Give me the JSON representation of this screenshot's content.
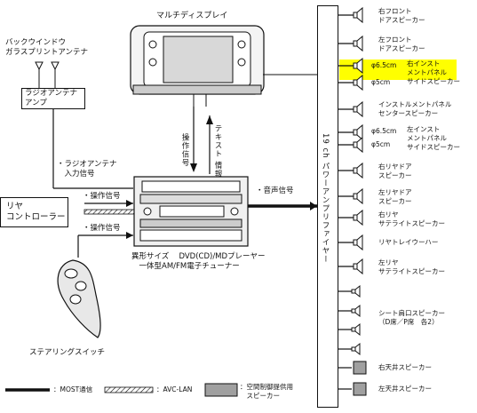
{
  "multi_display": {
    "title": "マルチディスプレイ"
  },
  "antenna": {
    "caption": "バックウインドウ\nガラスプリントアンテナ"
  },
  "amp": {
    "label": "ラジオアンテナ\nアンプ"
  },
  "rear_ctrl": {
    "label": "リヤ\nコントローラー"
  },
  "signals": {
    "operation_down": "操作信号",
    "text_info": "テキスト\n情報",
    "radio_input": "・ラジオアンテナ\n　入力信号",
    "op1": "・操作信号",
    "op2": "・操作信号",
    "audio": "・音声信号"
  },
  "head_unit": {
    "caption": "異形サイズ　 DVD(CD)/MDプレーヤー\n　一体型AM/FM電子チューナー"
  },
  "steering": {
    "caption": "ステアリングスイッチ"
  },
  "power_amp": {
    "label": "19\nch\nパワーアンプリファイヤー"
  },
  "speakers": [
    {
      "label": "右フロント\nドアスピーカー"
    },
    {
      "label": "左フロント\nドアスピーカー"
    },
    {
      "size": "φ6.5cm",
      "label": "右インスト\nメントパネル\nサイドスピーカー",
      "highlight": true
    },
    {
      "size": "φ5cm"
    },
    {
      "label": "インストルメントパネル\nセンタースピーカー"
    },
    {
      "size": "φ6.5cm",
      "label": "左インスト\nメントパネル\nサイドスピーカー"
    },
    {
      "size": "φ5cm"
    },
    {
      "label": "右リヤドア\nスピーカー"
    },
    {
      "label": "左リヤドア\nスピーカー"
    },
    {
      "label": "右リヤ\nサテライトスピーカー"
    },
    {
      "label": "リヤトレイウーハー"
    },
    {
      "label": "左リヤ\nサテライトスピーカー"
    },
    {
      "label": "シート肩口スピーカー\n（D席／P席　各2）"
    },
    {
      "label": "右天井スピーカー"
    },
    {
      "label": "左天井スピーカー"
    }
  ],
  "legend": {
    "most": "：MOST通信",
    "avc": "：AVC-LAN",
    "space": "：空間制御提供用\n　スピーカー"
  },
  "colors": {
    "highlight": "#ffff00",
    "line": "#111111",
    "ceiling_speaker": "#a0a0a0"
  }
}
